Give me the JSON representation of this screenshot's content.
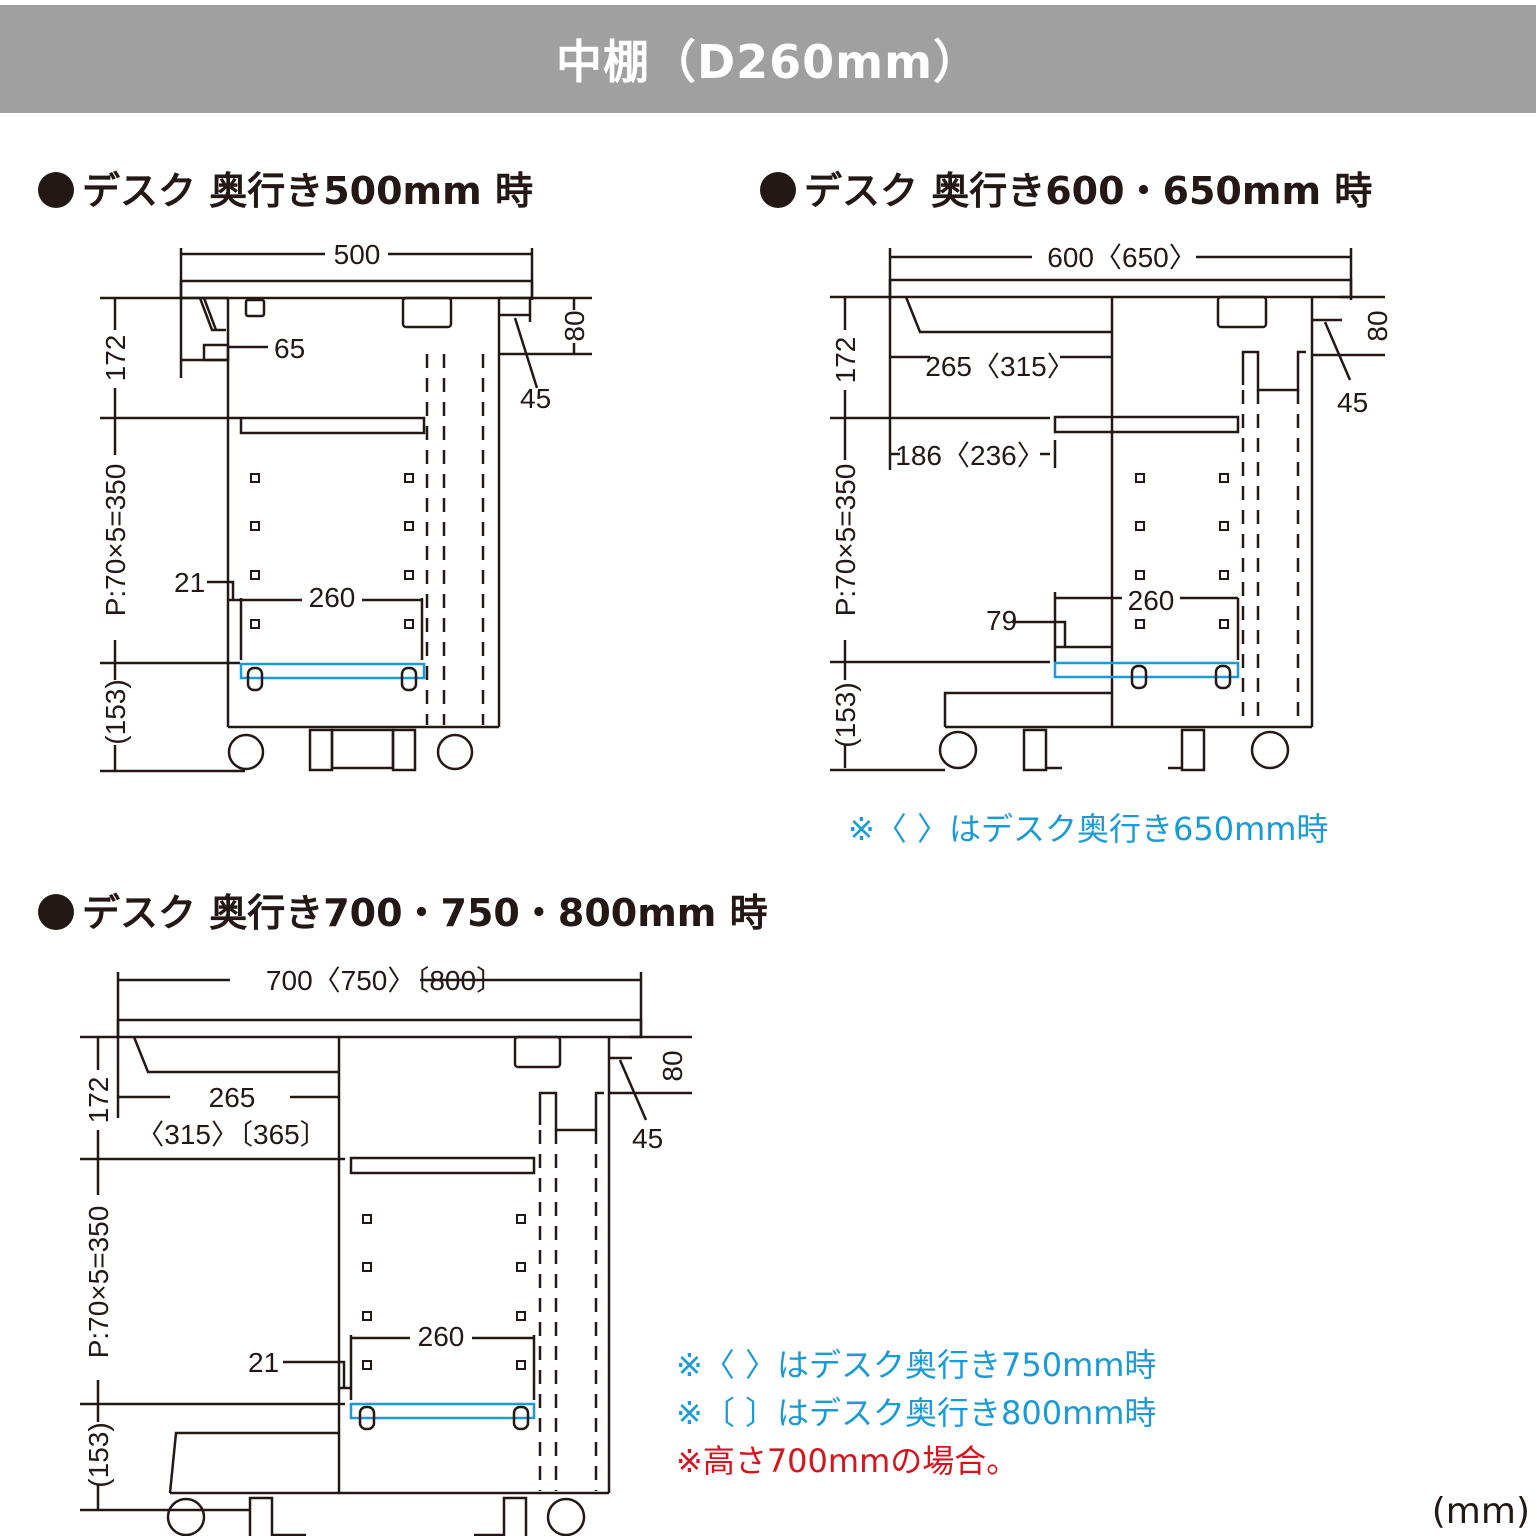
{
  "header": {
    "title": "中棚（D260mm）",
    "background": "#a0a0a0",
    "text_color": "#ffffff"
  },
  "sections": [
    {
      "title": "デスク 奥行き500mm 時",
      "dimensions": {
        "width": "500",
        "top_height": "172",
        "pitch": "P:70×5=350",
        "bottom": "(153)",
        "d65": "65",
        "d80": "80",
        "d45": "45",
        "d21": "21",
        "shelf_depth": "260"
      }
    },
    {
      "title": "デスク 奥行き600・650mm 時",
      "dimensions": {
        "width": "600〈650〉",
        "top_height": "172",
        "pitch": "P:70×5=350",
        "bottom": "(153)",
        "d265": "265〈315〉",
        "d186": "186〈236〉",
        "d80": "80",
        "d45": "45",
        "d79": "79",
        "shelf_depth": "260"
      },
      "note": "※〈 〉はデスク奥行き650mm時"
    },
    {
      "title": "デスク 奥行き700・750・800mm 時",
      "dimensions": {
        "width": "700〈750〉〔800〕",
        "top_height": "172",
        "pitch": "P:70×5=350",
        "bottom": "(153)",
        "d265": "265",
        "d265_alt": "〈315〉〔365〕",
        "d80": "80",
        "d45": "45",
        "d21": "21",
        "shelf_depth": "260"
      },
      "notes": [
        "※〈 〉はデスク奥行き750mm時",
        "※〔 〕はデスク奥行き800mm時",
        "※高さ700mmの場合。"
      ]
    }
  ],
  "unit_label": "(mm)",
  "colors": {
    "line": "#231815",
    "highlight_shelf": "#1a9bd7",
    "note_blue": "#1a9bd7",
    "note_red": "#d7141e"
  }
}
